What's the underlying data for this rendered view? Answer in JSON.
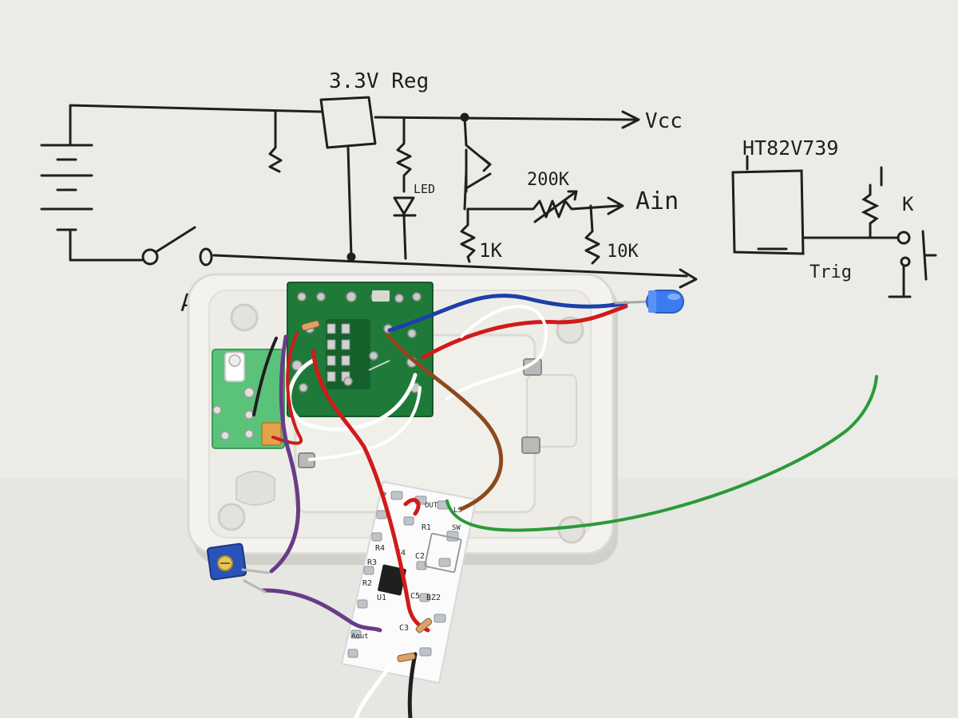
{
  "schematic": {
    "regulator_label": "3.3V Reg",
    "vcc_label": "Vcc",
    "led_label": "LED",
    "r1k_label": "1K",
    "pot_label": "200K",
    "ain_label": "Ain",
    "r10k_label": "10K",
    "ground_node_label": "A"
  },
  "sensor_schematic": {
    "chip_label": "HT82V739",
    "resistor_label": "K",
    "trig_label": "Trig"
  },
  "board": {
    "silkscreen": [
      "P",
      "R4",
      "C4",
      "R1",
      "R3",
      "C2",
      "R2",
      "U1",
      "C5",
      "BZ2",
      "Aout",
      "C3",
      "OUT",
      "LS",
      "SW"
    ]
  },
  "colors": {
    "ink": "#1f1f1f",
    "paper": "#ebebe8",
    "case": "#f4f2ee",
    "pcb_green": "#1f7a3a",
    "wire_red": "#d11a1a",
    "wire_blue": "#1d3fa8",
    "wire_purple": "#6a3b86",
    "wire_brown": "#8b4a1c",
    "wire_green": "#2a9a3a",
    "led_blue": "#3d7cf0"
  }
}
